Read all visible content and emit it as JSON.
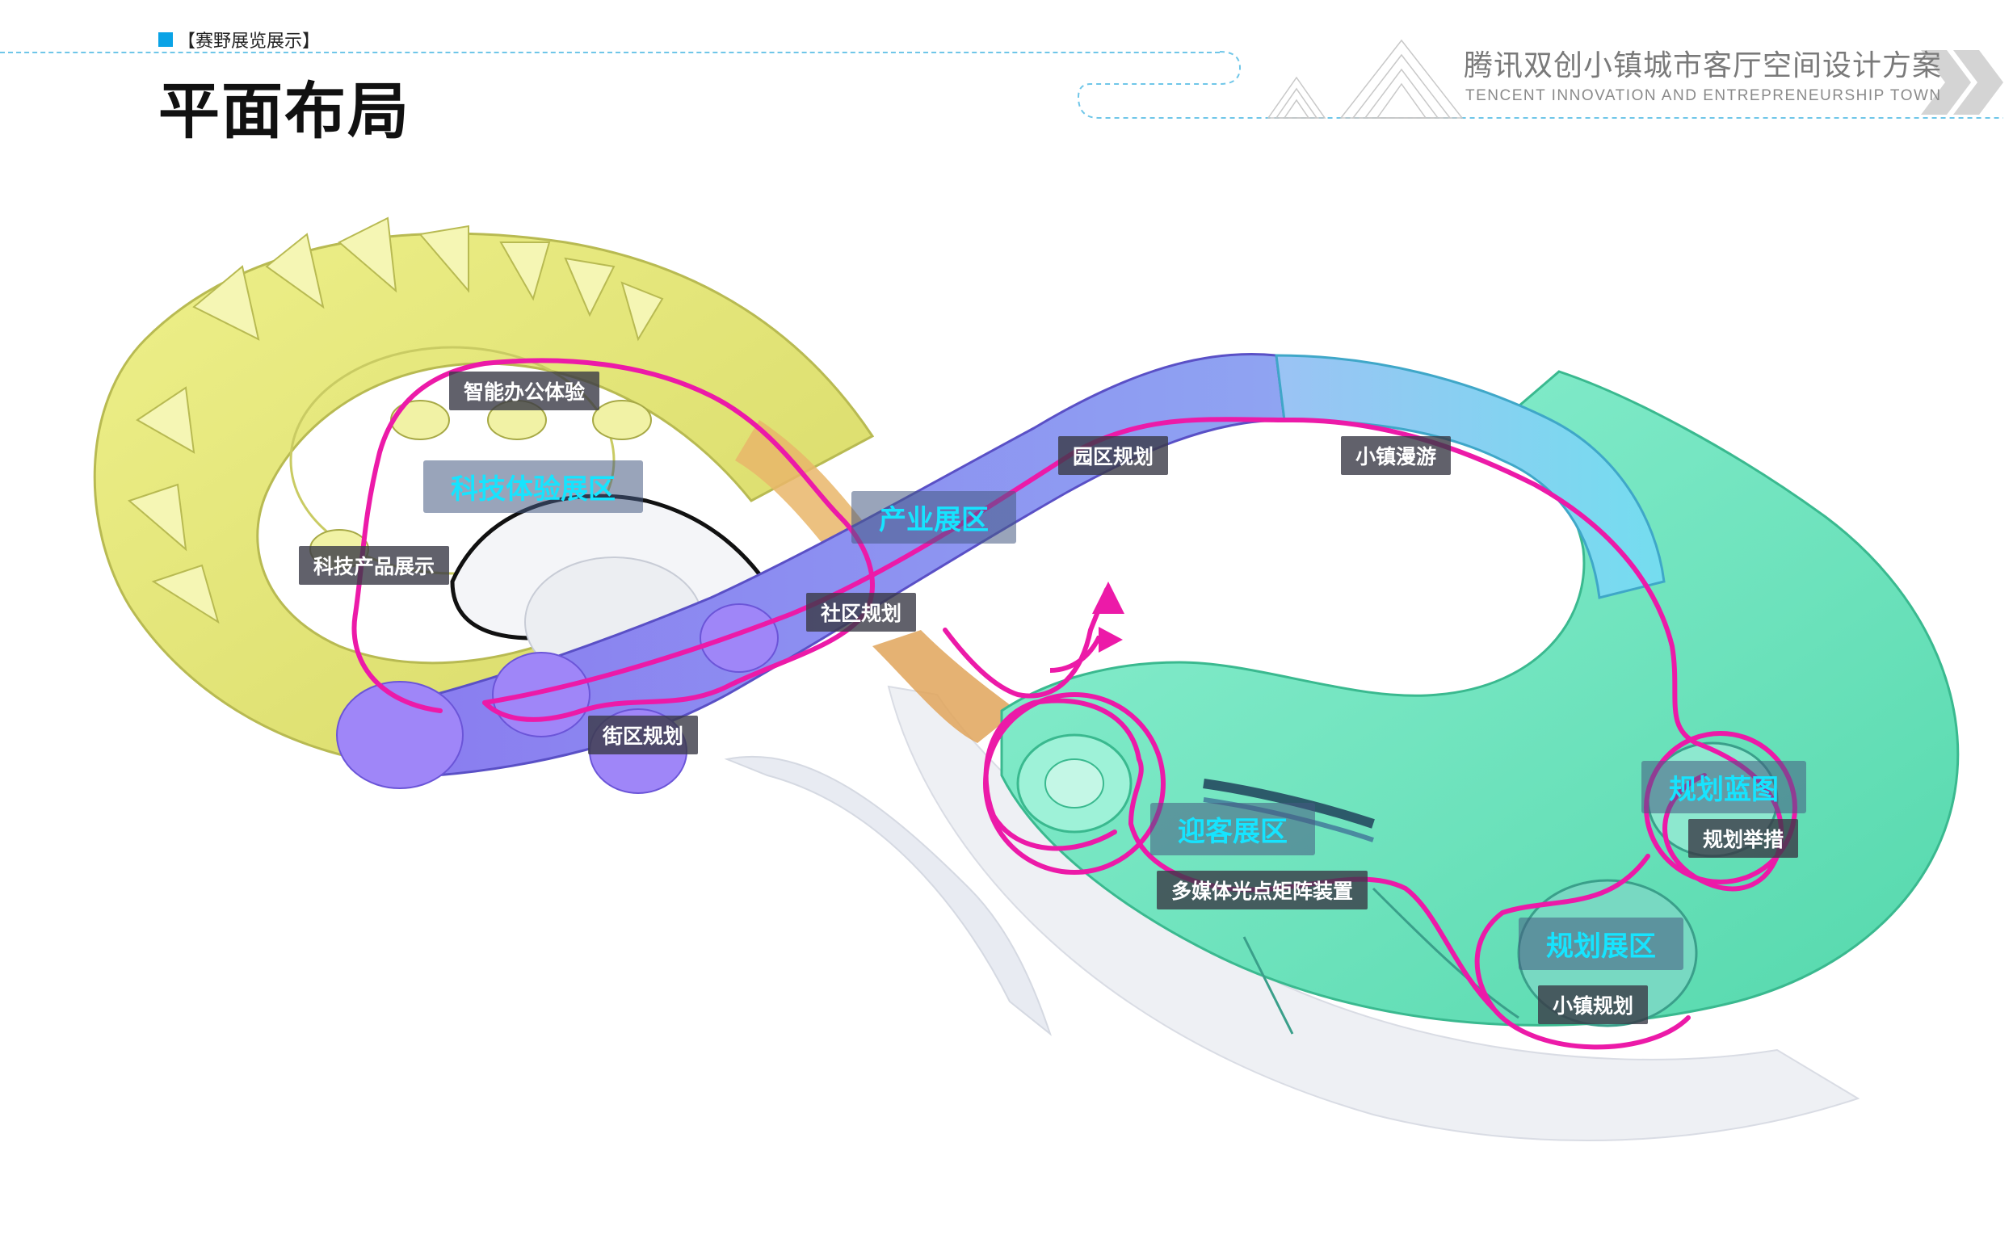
{
  "header": {
    "section_tag": "【赛野展览展示】",
    "page_title": "平面布局",
    "project_title_cn": "腾讯双创小镇城市客厅空间设计方案",
    "project_title_en": "TENCENT INNOVATION AND ENTREPRENEURSHIP TOWN",
    "accent_color": "#0aa3e6"
  },
  "zones": {
    "tech_experience": "科技体验展区",
    "industry": "产业展区",
    "welcome": "迎客展区",
    "planning_blueprint": "规划蓝图",
    "planning_exhibition": "规划展区"
  },
  "labels": {
    "smart_office": "智能办公体验",
    "tech_products": "科技产品展示",
    "community_planning": "社区规划",
    "block_planning": "街区规划",
    "park_planning": "园区规划",
    "town_tour": "小镇漫游",
    "multimedia_matrix": "多媒体光点矩阵装置",
    "planning_measures": "规划举措",
    "town_planning": "小镇规划"
  },
  "colors": {
    "tech_zone": "#e4e67a",
    "industry_zone": "#8f86f2",
    "welcome_zone": "#6fe7bf",
    "tour_zone": "#74d9ef",
    "route": "#ec1aa8",
    "zone_text": "#16e4ff"
  }
}
